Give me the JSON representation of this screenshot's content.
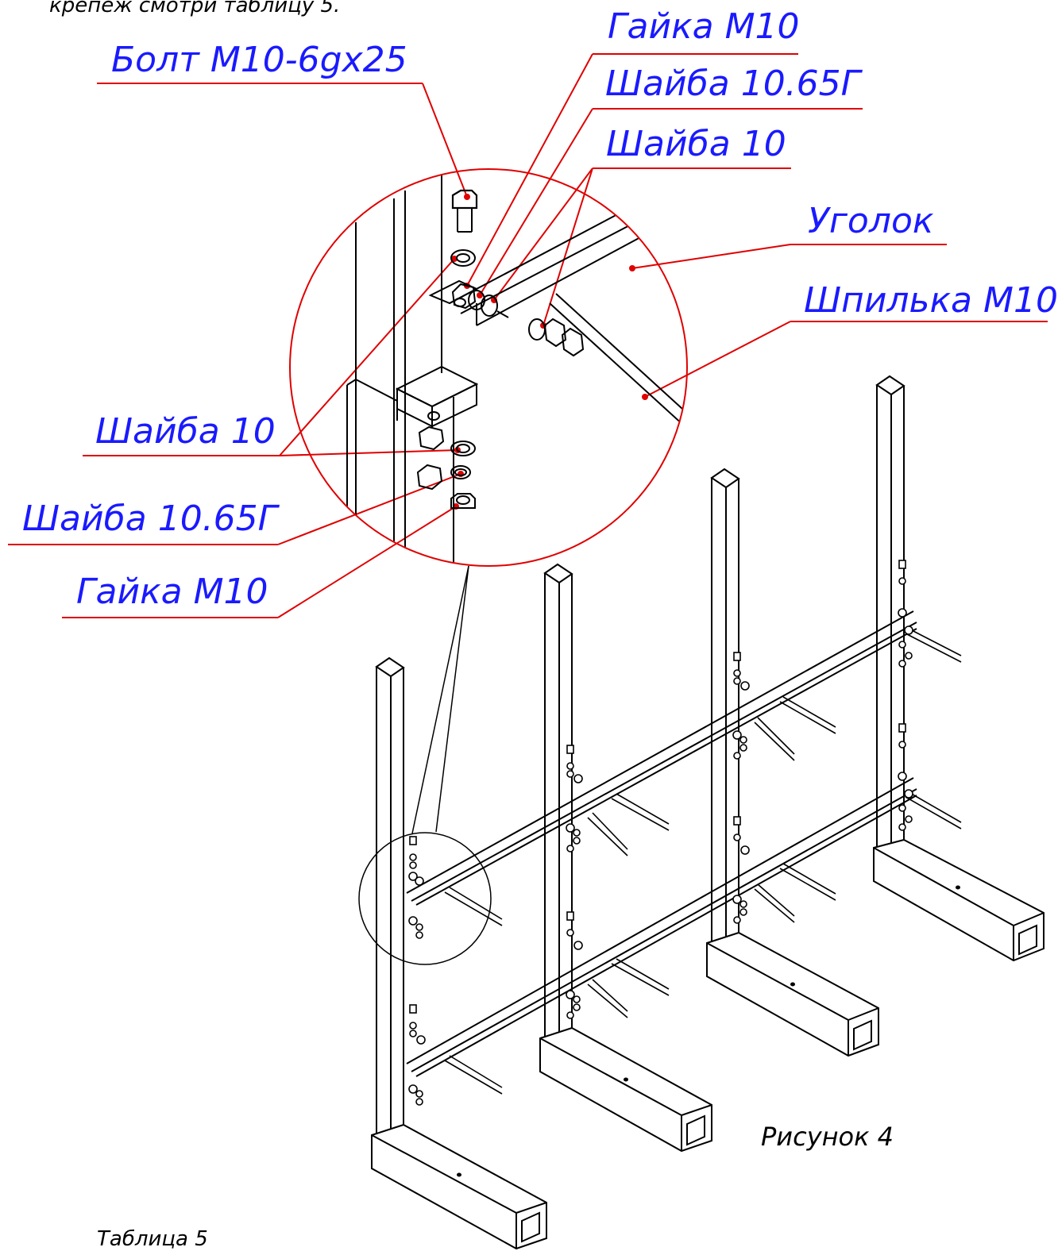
{
  "header_note": "крепеж смотри таблицу 5.",
  "callouts": {
    "bolt": "Болт М10-6gх25",
    "nut_top": "Гайка М10",
    "spring_washer_top": "Шайба 10.65Г",
    "washer_top": "Шайба 10",
    "angle": "Уголок",
    "stud": "Шпилька М10",
    "washer_left": "Шайба 10",
    "spring_washer_left": "Шайба 10.65Г",
    "nut_left": "Гайка М10"
  },
  "figure_caption": "Рисунок 4",
  "table_caption": "Таблица 5",
  "colors": {
    "leader": "#e00000",
    "label": "#1a1aff",
    "line": "#000000"
  }
}
